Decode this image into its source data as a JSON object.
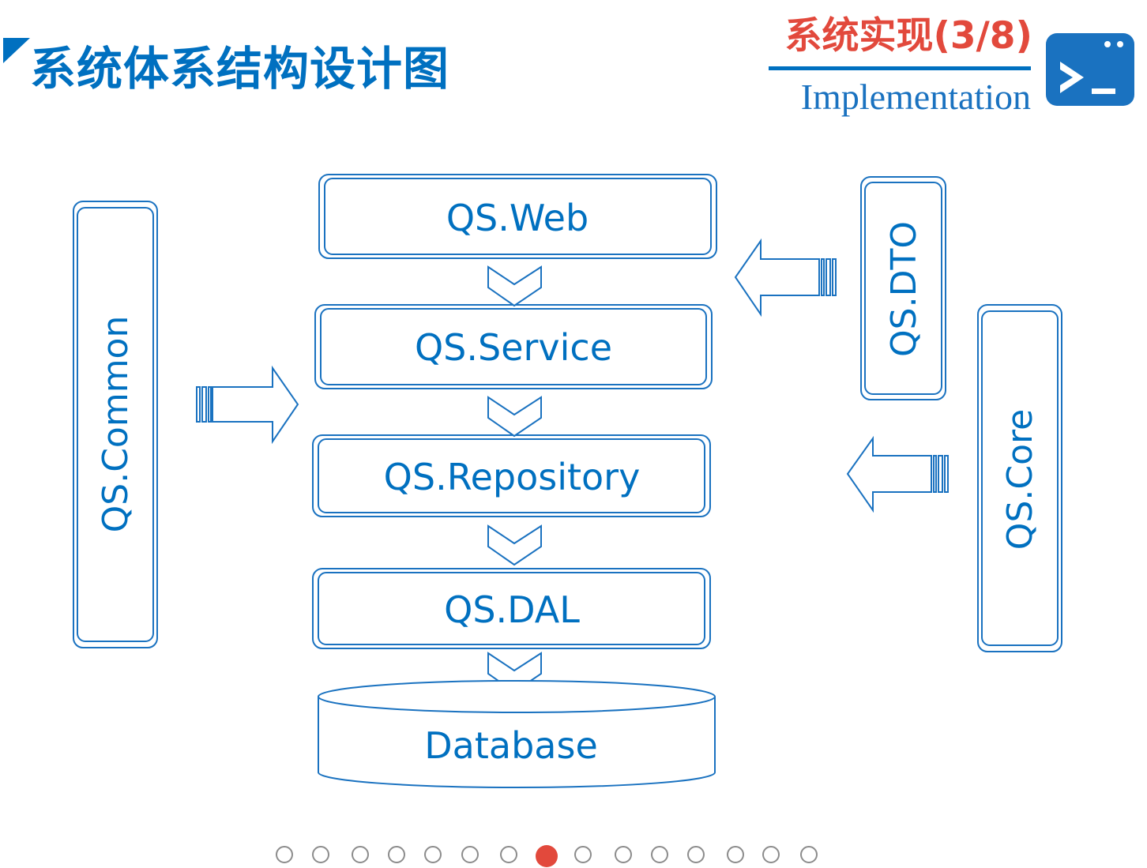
{
  "header": {
    "title": "系统体系结构设计图",
    "section_title": "系统实现(3/8)",
    "section_subtitle": "Implementation",
    "icon": "terminal-icon"
  },
  "diagram": {
    "layers": [
      "QS.Web",
      "QS.Service",
      "QS.Repository",
      "QS.DAL"
    ],
    "database": "Database",
    "left_module": "QS.Common",
    "right_modules": [
      "QS.DTO",
      "QS.Core"
    ]
  },
  "pager": {
    "count": 15,
    "active_index": 7
  },
  "colors": {
    "primary": "#0070c0",
    "accent": "#e2493c",
    "dot_border": "#8c8c8c"
  }
}
